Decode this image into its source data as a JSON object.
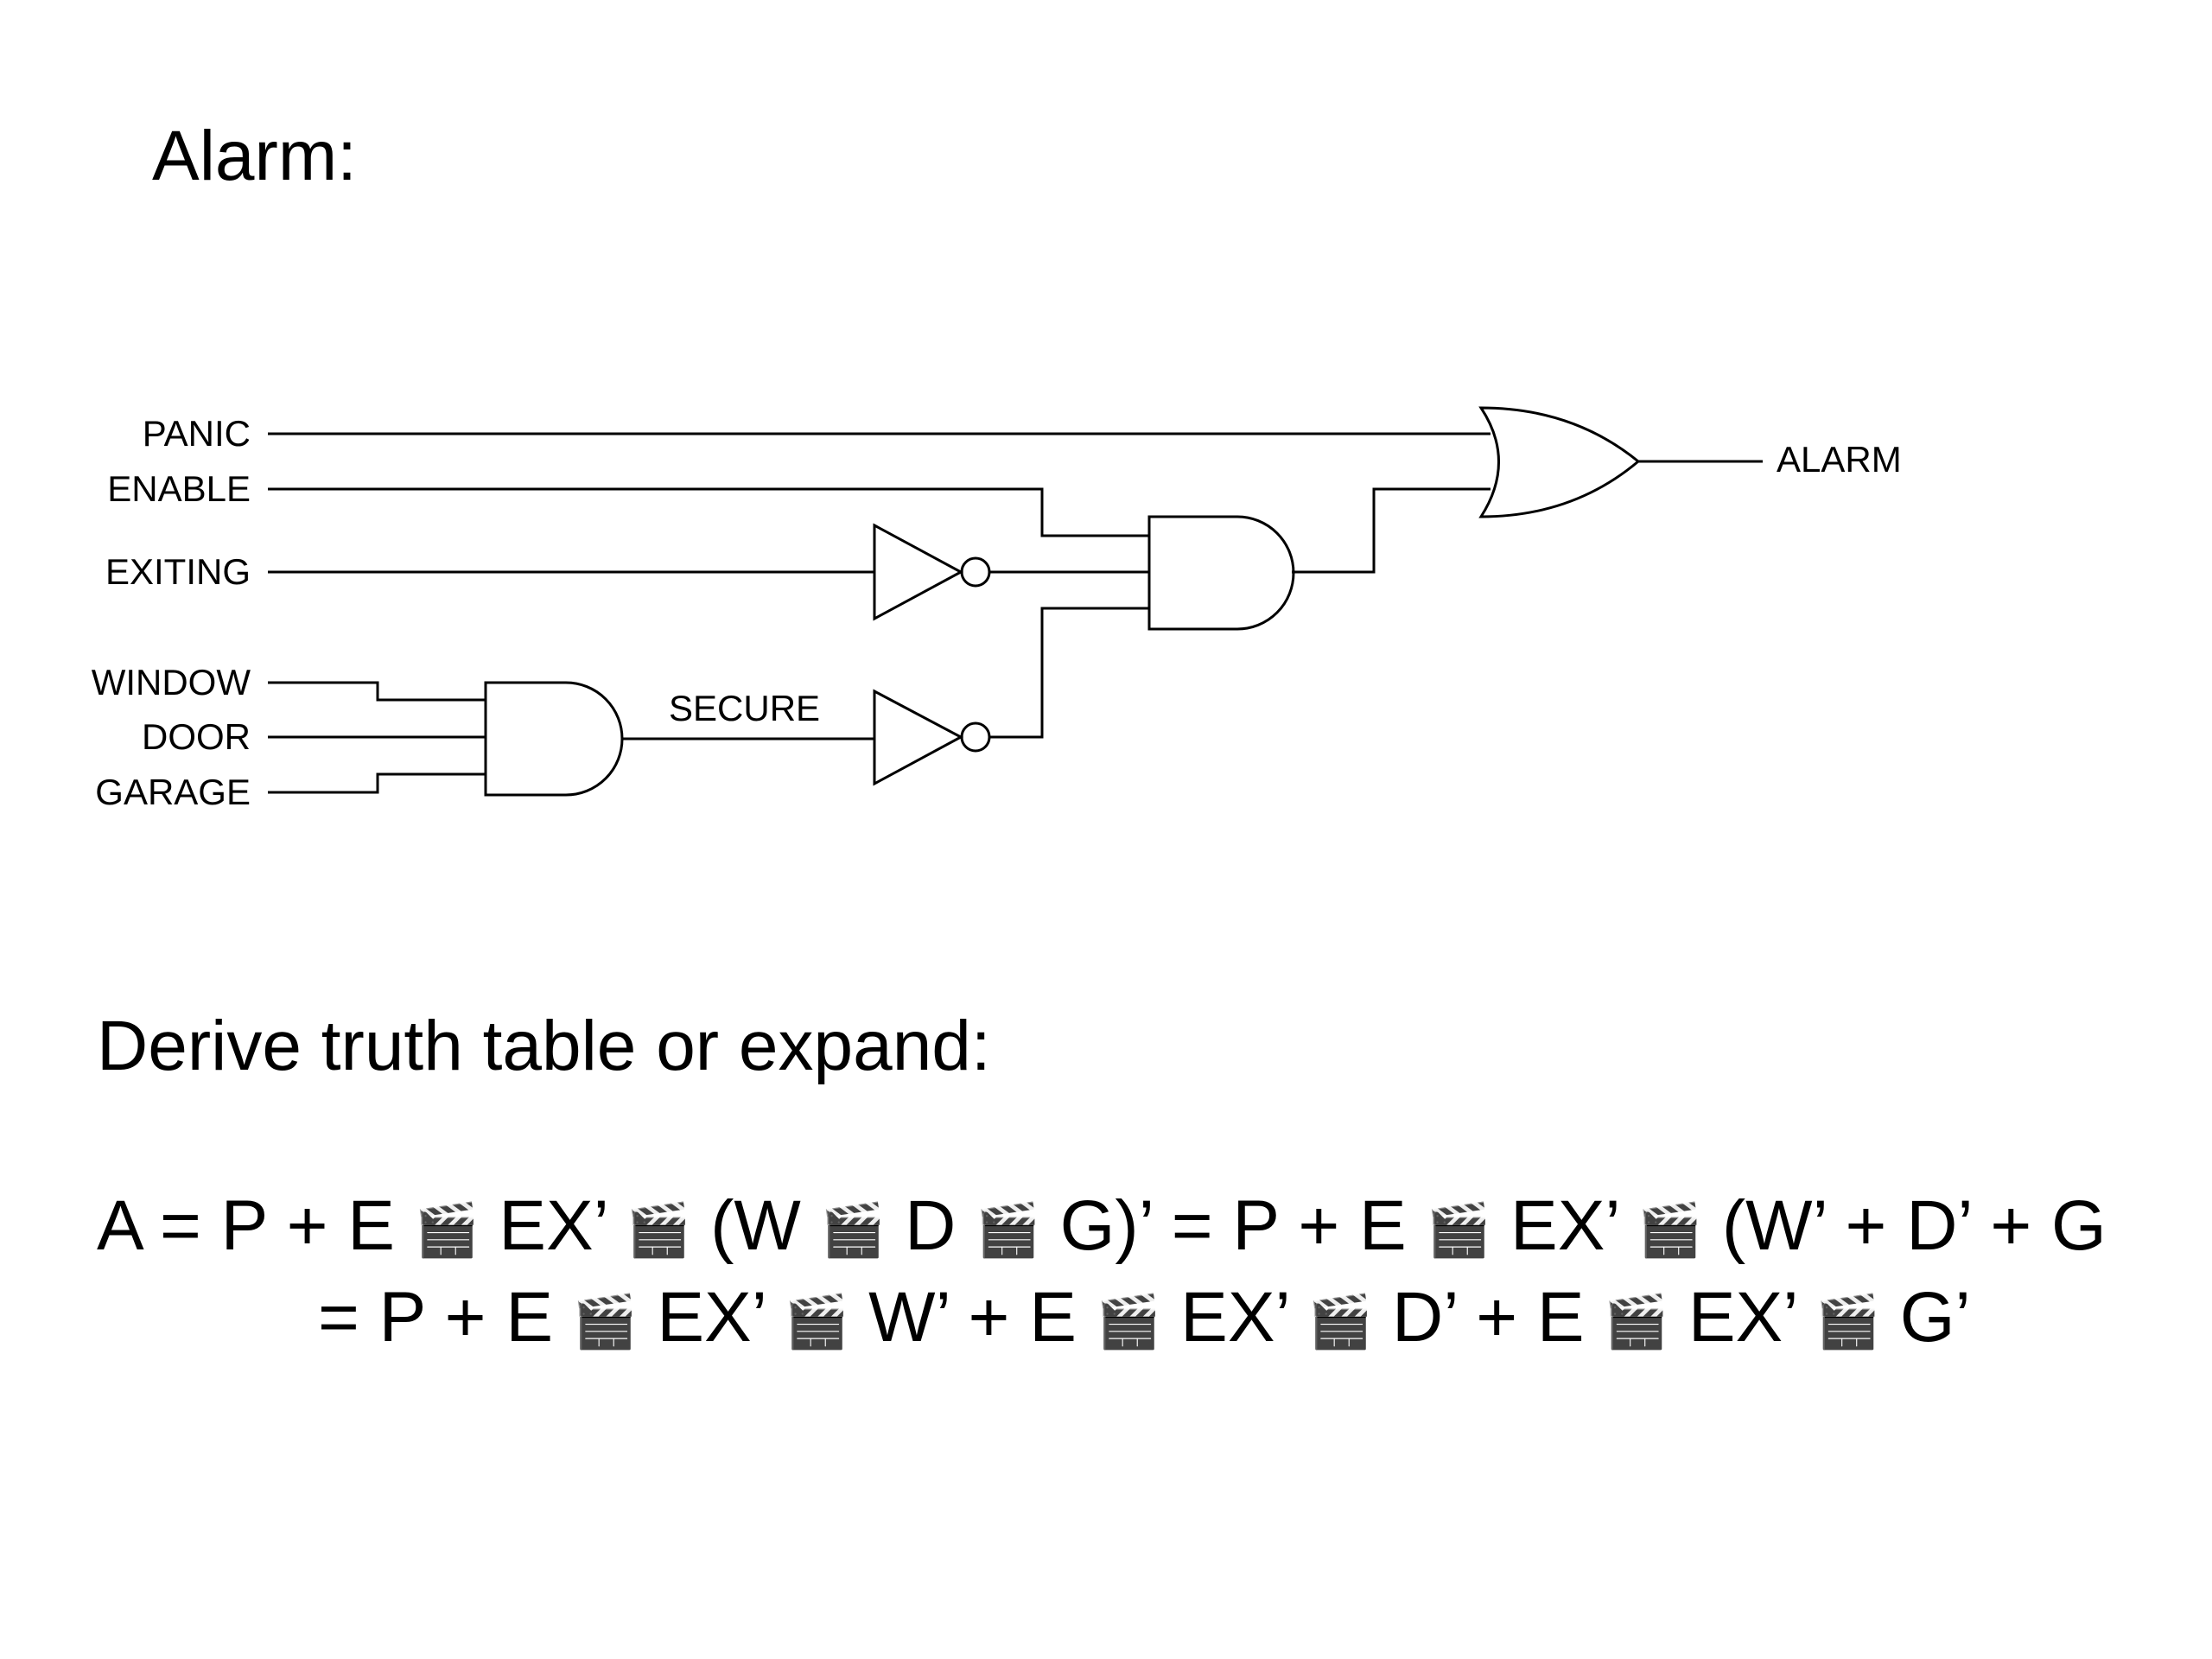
{
  "title": "Alarm:",
  "circuit": {
    "inputs": [
      "PANIC",
      "ENABLE",
      "EXITING",
      "WINDOW",
      "DOOR",
      "GARAGE"
    ],
    "internal_label": "SECURE",
    "output": "ALARM",
    "gates": [
      {
        "type": "AND",
        "inputs": [
          "WINDOW",
          "DOOR",
          "GARAGE"
        ],
        "output": "SECURE"
      },
      {
        "type": "NOT",
        "inputs": [
          "EXITING"
        ]
      },
      {
        "type": "NOT",
        "inputs": [
          "SECURE"
        ]
      },
      {
        "type": "AND",
        "inputs": [
          "ENABLE",
          "EXITING'",
          "SECURE'"
        ]
      },
      {
        "type": "OR",
        "inputs": [
          "PANIC",
          "AND"
        ],
        "output": "ALARM"
      }
    ]
  },
  "heading": "Derive truth table or expand:",
  "equations": {
    "line1": [
      "A = P + E ",
      " EX’ ",
      " (W ",
      " D ",
      " G)’ = P + E ",
      " EX’ ",
      " (W’ + D’ + G"
    ],
    "line2": [
      "= P + E ",
      " EX’ ",
      " W’ + E ",
      " EX’ ",
      " D’ + E ",
      " EX’ ",
      " G’"
    ],
    "operator_icon": "clapperboard-icon",
    "operator_glyph": "🎬"
  }
}
